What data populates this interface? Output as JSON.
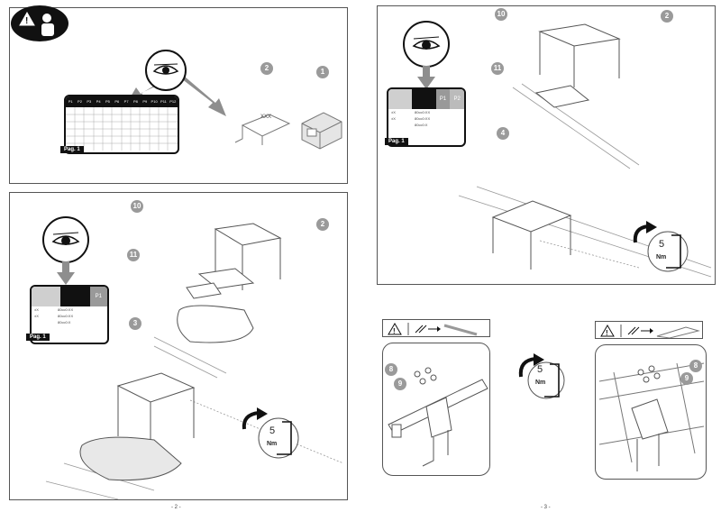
{
  "pages": {
    "left": "- 2 -",
    "right": "- 3 -"
  },
  "callouts": {
    "c1": "1",
    "c2": "2",
    "c3": "3",
    "c4": "4",
    "c8": "8",
    "c9": "9",
    "c10": "10",
    "c11": "11"
  },
  "parts": {
    "bracket_mark": "XXX",
    "pag_tag": "Pag. 1"
  },
  "table_small": {
    "rows": [
      [
        "±X",
        "80cc0:XX"
      ],
      [
        "±X",
        "80cc0:XX"
      ],
      [
        "",
        "80cc0:X"
      ]
    ],
    "col_p1": "P1",
    "col_p2": "P2"
  },
  "table_big_headers": [
    "P1",
    "P2",
    "P3",
    "P4",
    "P5",
    "P6",
    "P7",
    "P8",
    "P9",
    "P10",
    "P11",
    "P12"
  ],
  "torque": {
    "value": "5",
    "unit": "Nm"
  },
  "colors": {
    "accent": "#8e8e8e",
    "line": "#555555",
    "black": "#111111"
  },
  "icons": [
    "warning-icon",
    "eye-icon",
    "arrow-down-icon",
    "wrench-icon",
    "rotate-arrow-icon"
  ]
}
